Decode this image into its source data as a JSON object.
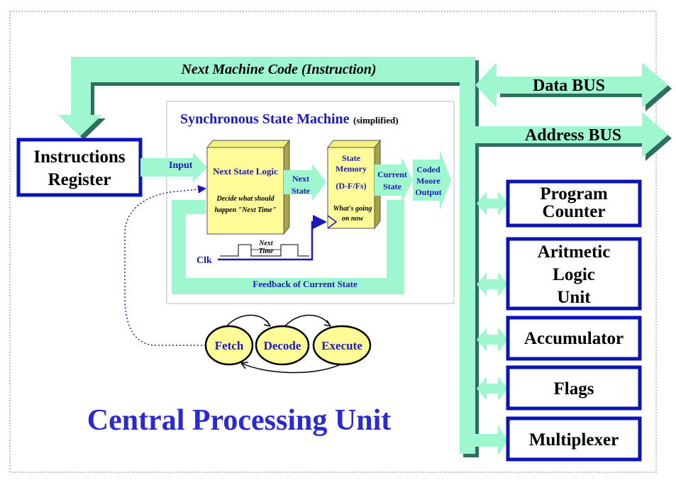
{
  "colors": {
    "bus": "#9ef7cf",
    "bus_shadow": "#2f6f62",
    "box_border": "#0a14b4",
    "blue_text": "#1a1ab8",
    "yellow": "#fffb96",
    "black": "#000000"
  },
  "bus": {
    "next_code": "Next  Machine Code (Instruction)",
    "data_bus": "Data BUS",
    "address_bus": "Address BUS"
  },
  "instructions_register": {
    "line1": "Instructions",
    "line2": "Register"
  },
  "state_machine": {
    "title": "Synchronous State Machine",
    "title_suffix": "(simplified)",
    "input": "Input",
    "next_state_logic": {
      "title": "Next State Logic",
      "desc1": "Decide what should",
      "desc2": "happen \"Next Time\""
    },
    "next_state": {
      "line1": "Next",
      "line2": "State"
    },
    "state_memory": {
      "line1": "State",
      "line2": "Memory",
      "line3": "(D-F/Fs)",
      "desc1": "What's going",
      "desc2": "on now"
    },
    "current_state": {
      "line1": "Current",
      "line2": "State"
    },
    "coded_output": {
      "line1": "Coded",
      "line2": "Moore",
      "line3": "Output"
    },
    "clk": "Clk",
    "next_time": {
      "line1": "Next",
      "line2": "Time"
    },
    "feedback": "Feedback of Current State"
  },
  "cycle": {
    "fetch": "Fetch",
    "decode": "Decode",
    "execute": "Execute"
  },
  "units": {
    "program_counter": {
      "line1": "Program",
      "line2": "Counter"
    },
    "alu": {
      "line1": "Aritmetic",
      "line2": "Logic",
      "line3": "Unit"
    },
    "accumulator": "Accumulator",
    "flags": "Flags",
    "multiplexer": "Multiplexer"
  },
  "main_title": "Central Processing Unit"
}
